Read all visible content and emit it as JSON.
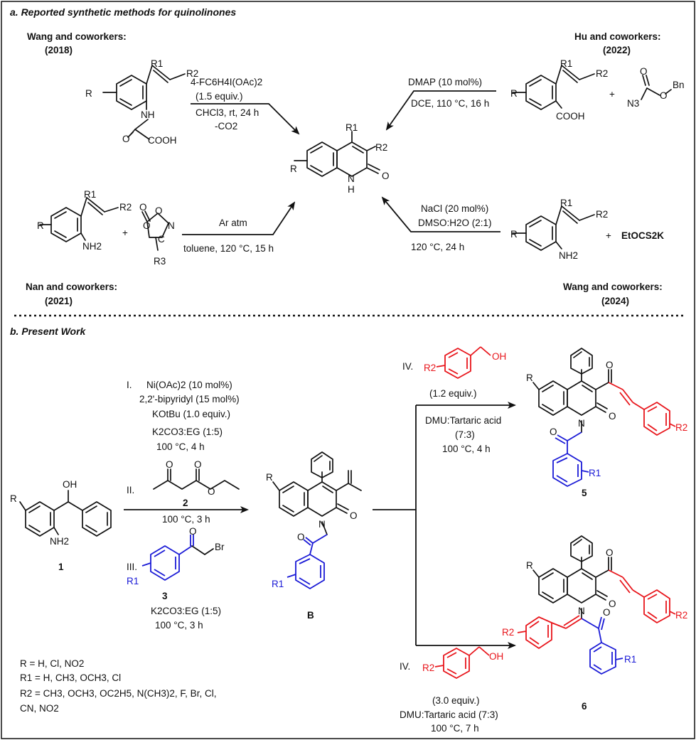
{
  "panel_a": {
    "heading": "a. Reported synthetic methods for quinolinones",
    "wang2018": {
      "authors": "Wang and coworkers:",
      "year": "(2018)",
      "cond1": "4-FC6H4I(OAc)2",
      "cond2": "(1.5 equiv.)",
      "cond3": "CHCl3, rt, 24 h",
      "cond4": "-CO2",
      "sub_r": "R",
      "sub_r1": "R1",
      "sub_r2": "R2",
      "nh": "NH",
      "o": "O",
      "cooh": "COOH"
    },
    "hu2022": {
      "authors": "Hu and coworkers:",
      "year": "(2022)",
      "cond1": "DMAP (10 mol%)",
      "cond2": "DCE, 110 °C, 16 h",
      "cooh": "COOH",
      "plus": "+",
      "n3": "N3",
      "bn": "Bn",
      "o": "O"
    },
    "nan2021": {
      "authors": "Nan and coworkers:",
      "year": "(2021)",
      "cond1": "Ar atm",
      "cond2": "toluene, 120 °C, 15 h",
      "nh2": "NH2",
      "plus": "+",
      "r3": "R3",
      "n": "N",
      "c": "C"
    },
    "wang2024": {
      "authors": "Wang and coworkers:",
      "year": "(2024)",
      "cond1": "NaCl (20 mol%)",
      "cond2": "DMSO:H2O (2:1)",
      "cond3": "120 °C, 24 h",
      "nh2": "NH2",
      "plus": "+",
      "reagent": "EtOCS2K"
    },
    "product": {
      "r": "R",
      "r1": "R1",
      "r2": "R2",
      "nh": "H",
      "n": "N",
      "o": "O"
    }
  },
  "panel_b": {
    "heading": "b. Present Work",
    "step1": {
      "num": "I.",
      "l1": "Ni(OAc)2 (10 mol%)",
      "l2": "2,2'-bipyridyl (15 mol%)",
      "l3": "KOtBu (1.0 equiv.)",
      "l4": "K2CO3:EG (1:5)",
      "l5": "100 °C, 4 h"
    },
    "step2": {
      "num": "II.",
      "compound": "2",
      "cond": "100 °C, 3 h"
    },
    "step3": {
      "num": "III.",
      "compound": "3",
      "l1": "K2CO3:EG (1:5)",
      "l2": "100 °C, 3 h",
      "br": "Br",
      "r1": "R1"
    },
    "sm": {
      "label": "1",
      "oh": "OH",
      "nh2": "NH2",
      "r": "R"
    },
    "intermediate": {
      "label": "B"
    },
    "upper": {
      "num": "IV.",
      "equiv": "(1.2 equiv.)",
      "solvent": "DMU:Tartaric acid",
      "ratio": "(7:3)",
      "cond": "100 °C, 4 h",
      "product": "5",
      "oh": "OH",
      "r2": "R2"
    },
    "lower": {
      "num": "IV.",
      "equiv": "(3.0 equiv.)",
      "solvent": "DMU:Tartaric acid (7:3)",
      "cond": "100 °C, 7 h",
      "product": "6",
      "oh": "OH",
      "r2": "R2"
    },
    "legend": {
      "l1": "R = H, Cl, NO2",
      "l2": "R1 = H, CH3, OCH3, Cl",
      "l3": "R2 = CH3, OCH3, OC2H5, N(CH3)2, F, Br, Cl,",
      "l4": "CN, NO2"
    }
  },
  "colors": {
    "red": "#e8151b",
    "blue": "#1a1ad6",
    "black": "#111111"
  }
}
